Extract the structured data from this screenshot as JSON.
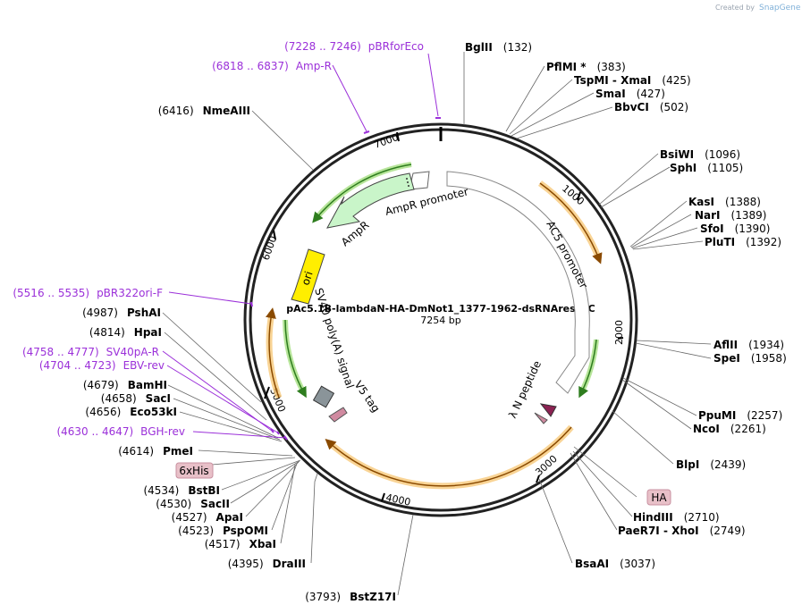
{
  "credit": {
    "prefix": "Created by",
    "brand": "SnapGene"
  },
  "plasmid": {
    "name": "pAc5.1B-lambdaN-HA-DmNot1_1377-1962-dsRNAres_AC",
    "length": "7254 bp"
  },
  "colors": {
    "primer": "#9b30d9",
    "orf": "#f5a623",
    "cds": "#7cc94a",
    "ori": "#ffee00",
    "ampR": "#c9f5c9",
    "peptide": "#8b2252",
    "tag_box": "#e8c0c8",
    "v5": "#8a9499"
  },
  "ticks": [
    "1000",
    "2000",
    "3000",
    "4000",
    "5000",
    "6000",
    "7000"
  ],
  "sites": [
    {
      "name": "BglII",
      "pos": "(132)"
    },
    {
      "name": "PflMI *",
      "pos": "(383)"
    },
    {
      "name": "TspMI  -  XmaI",
      "pos": "(425)"
    },
    {
      "name": "SmaI",
      "pos": "(427)"
    },
    {
      "name": "BbvCI",
      "pos": "(502)"
    },
    {
      "name": "BsiWI",
      "pos": "(1096)"
    },
    {
      "name": "SphI",
      "pos": "(1105)"
    },
    {
      "name": "KasI",
      "pos": "(1388)"
    },
    {
      "name": "NarI",
      "pos": "(1389)"
    },
    {
      "name": "SfoI",
      "pos": "(1390)"
    },
    {
      "name": "PluTI",
      "pos": "(1392)"
    },
    {
      "name": "AflII",
      "pos": "(1934)"
    },
    {
      "name": "SpeI",
      "pos": "(1958)"
    },
    {
      "name": "PpuMI",
      "pos": "(2257)"
    },
    {
      "name": "NcoI",
      "pos": "(2261)"
    },
    {
      "name": "BlpI",
      "pos": "(2439)"
    },
    {
      "name": "HindIII",
      "pos": "(2710)"
    },
    {
      "name": "PaeR7I  -  XhoI",
      "pos": "(2749)"
    },
    {
      "name": "BsaAI",
      "pos": "(3037)"
    },
    {
      "name": "BstZ17I",
      "pos": "(3793)"
    },
    {
      "name": "DraIII",
      "pos": "(4395)"
    },
    {
      "name": "XbaI",
      "pos": "(4517)"
    },
    {
      "name": "PspOMI",
      "pos": "(4523)"
    },
    {
      "name": "ApaI",
      "pos": "(4527)"
    },
    {
      "name": "SacII",
      "pos": "(4530)"
    },
    {
      "name": "BstBI",
      "pos": "(4534)"
    },
    {
      "name": "PmeI",
      "pos": "(4614)"
    },
    {
      "name": "Eco53kI",
      "pos": "(4656)"
    },
    {
      "name": "SacI",
      "pos": "(4658)"
    },
    {
      "name": "BamHI",
      "pos": "(4679)"
    },
    {
      "name": "HpaI",
      "pos": "(4814)"
    },
    {
      "name": "PshAI",
      "pos": "(4987)"
    },
    {
      "name": "NmeAIII",
      "pos": "(6416)"
    }
  ],
  "primers": [
    {
      "name": "pBRforEco",
      "range": "(7228 .. 7246)"
    },
    {
      "name": "Amp-R",
      "range": "(6818 .. 6837)"
    },
    {
      "name": "pBR322ori-F",
      "range": "(5516 .. 5535)"
    },
    {
      "name": "SV40pA-R",
      "range": "(4758 .. 4777)"
    },
    {
      "name": "EBV-rev",
      "range": "(4704 .. 4723)"
    },
    {
      "name": "BGH-rev",
      "range": "(4630 .. 4647)"
    }
  ],
  "tags": {
    "his": "6xHis",
    "ha": "HA"
  },
  "features": {
    "ac5": "AC5 promoter",
    "ampr_promoter": "AmpR promoter",
    "ampr": "AmpR",
    "ori": "ori",
    "sv40": "SV40 poly(A) signal",
    "v5": "V5 tag",
    "lambda": "λ N peptide"
  }
}
